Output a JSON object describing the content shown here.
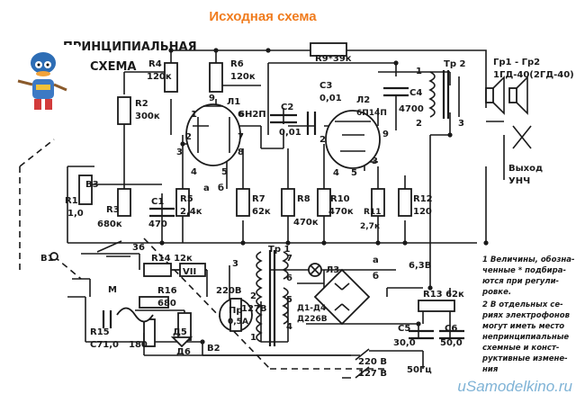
{
  "header": {
    "title": "Исходная схема",
    "heading_line1": "ПРИНЦИПИАЛЬНАЯ",
    "heading_line2": "СХЕМА"
  },
  "components": {
    "r1": "R1",
    "r1_val": "1,0",
    "r2": "R2",
    "r2_val": "300к",
    "r3": "R3",
    "r3_val": "680к",
    "r4": "R4",
    "r4_val": "120к",
    "r5": "R5",
    "r5_val": "2,4к",
    "r6": "R6",
    "r6_val": "120к",
    "r7": "R7",
    "r7_val": "62к",
    "r8": "R8",
    "r8_val": "470к",
    "r9": "R9*39к",
    "r10": "R10",
    "r10_val": "470к",
    "r11": "R11",
    "r11_val": "2,7к",
    "r12": "R12",
    "r12_val": "120",
    "r13": "R13 62к",
    "r14": "R14 12к",
    "r15": "R15",
    "r15_val": "180",
    "r16": "R16",
    "r16_val": "680",
    "c1": "C1",
    "c1_val": "470",
    "c2": "C2",
    "c2_val": "0,01",
    "c3": "C3",
    "c3_val": "0,01",
    "c4": "C4",
    "c4_val": "4700",
    "c5": "C5",
    "c5_val": "30,0",
    "c6": "C6",
    "c6_val": "50,0",
    "c7": "C71,0",
    "l1": "Л1",
    "l1_type": "6Н2П",
    "l2": "Л2",
    "l2_type": "6П14П",
    "l3": "Л3",
    "d14": "Д1-Д4",
    "d14_type": "Д226В",
    "d5": "Д5",
    "d6": "Д6",
    "tr1": "Тр 1",
    "tr2": "Тр 2",
    "gr": "Гр1 - Гр2",
    "gr_type": "1ГД-40(2ГД-40)",
    "b1": "В1",
    "b2": "В2",
    "b3": "В3",
    "pr": "Пр",
    "pr_val": "0,5А",
    "v1": "220В",
    "v2": "127В",
    "v3": "6,3В",
    "mains1": "220 В",
    "mains2": "127 В",
    "freq": "50Гц",
    "out1": "Выход",
    "out2": "УНЧ",
    "vii": "VII",
    "m": "M"
  },
  "pins": {
    "p1": "1",
    "p2": "2",
    "p3": "3",
    "p4": "4",
    "p5": "5",
    "p6": "6",
    "p7": "7",
    "p8": "8",
    "p9": "9",
    "pa": "а",
    "pb": "б",
    "p36": "36"
  },
  "notes": [
    "1 Величины, обозна-",
    "ченные * подбира-",
    "ются при регули-",
    "ровке.",
    "2 В отдельных се-",
    "риях электрофонов",
    "могут иметь место",
    "непринципиальные",
    "схемные и конст-",
    "руктивные измене-",
    "ния"
  ],
  "watermark": "uSamodelkino.ru"
}
